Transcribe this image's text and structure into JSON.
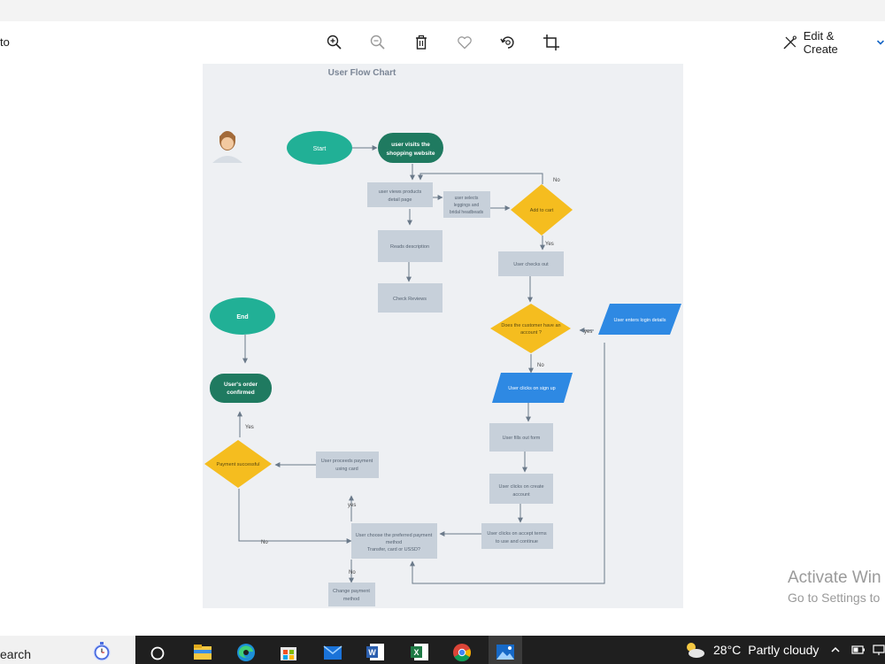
{
  "app": {
    "title": "to"
  },
  "toolbar": {
    "zoom_in": "zoom-in",
    "zoom_out": "zoom-out",
    "delete": "delete",
    "favorite": "favorite",
    "rotate": "rotate",
    "crop": "crop",
    "edit_create_label": "Edit & Create"
  },
  "flowchart": {
    "title": "User Flow Chart",
    "nodes": {
      "start": "Start",
      "visit_1": "user visits the",
      "visit_2": "shopping  website",
      "views_1": "user views  products",
      "views_2": "detail page",
      "selects_1": "user selects",
      "selects_2": "leggings and",
      "selects_3": "bridal headbeads",
      "add_to_cart": "Add to cart",
      "reads": "Reads description",
      "reviews": "Check Reviews",
      "checks_out": "User checks out",
      "customer_1": "Does the customer have an",
      "customer_2": "account ?",
      "login": "User enters login details",
      "signup": "User clicks on sign up",
      "fills": "User fills out form",
      "create_1": "User clicks on create",
      "create_2": "account",
      "terms_1": "User clicks on accept terms",
      "terms_2": "to use and continue",
      "payment_1": "User choose the preferred payment",
      "payment_2": "method",
      "payment_3": "Transfer, card or USSD?",
      "proceeds_1": "User proceeds payment",
      "proceeds_2": "using card",
      "successful": "Payment successful",
      "confirmed_1": "User's order",
      "confirmed_2": "confirmed",
      "end": "End",
      "change_1": "Change payment",
      "change_2": "method"
    },
    "labels": {
      "no_top": "No",
      "yes_cart": "Yes",
      "yes_account": "yes",
      "no_account": "No",
      "yes_pay": "Yes",
      "yes_proceed": "yes",
      "no_pay": "No",
      "no_change": "No"
    }
  },
  "watermark": {
    "line1": "Activate Win",
    "line2": "Go to Settings to"
  },
  "taskbar": {
    "search_label": "earch",
    "apps": [
      "alarms-clock",
      "cortana",
      "file-explorer",
      "edge",
      "store",
      "mail",
      "word",
      "excel",
      "chrome",
      "photos"
    ],
    "weather": {
      "temp": "28°C",
      "condition": "Partly cloudy"
    }
  }
}
